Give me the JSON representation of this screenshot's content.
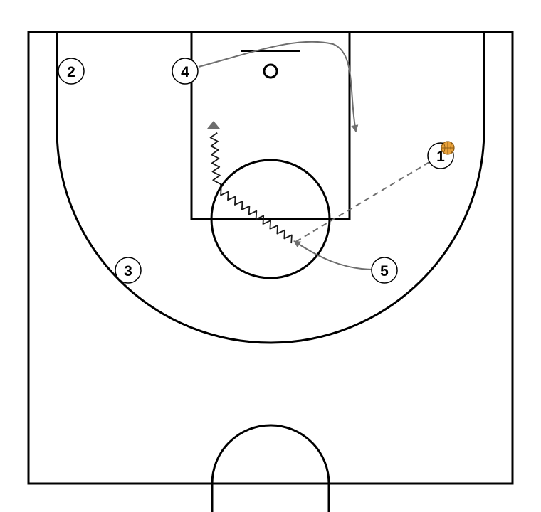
{
  "players": [
    {
      "id": "p1",
      "label": "1"
    },
    {
      "id": "p2",
      "label": "2"
    },
    {
      "id": "p3",
      "label": "3"
    },
    {
      "id": "p4",
      "label": "4"
    },
    {
      "id": "p5",
      "label": "5"
    }
  ],
  "ball_holder": "1",
  "colors": {
    "court_line": "#000000",
    "action_line": "#6e6e6e",
    "dribble_line": "#1a1a1a",
    "ball_fill": "#e8a13a",
    "ball_stroke": "#8a5a14"
  }
}
